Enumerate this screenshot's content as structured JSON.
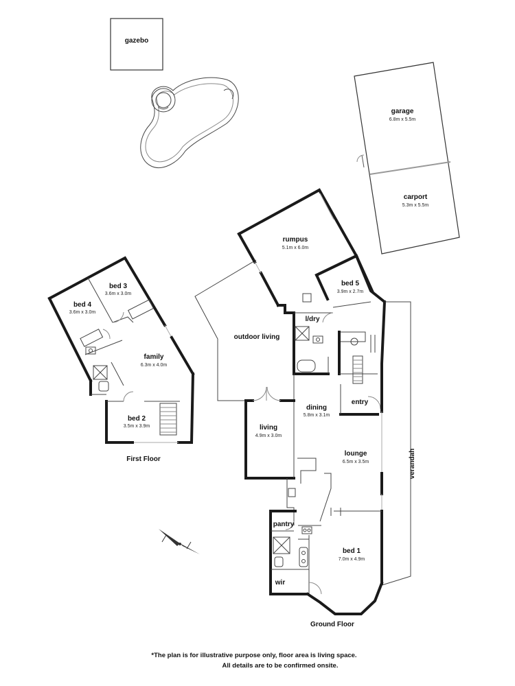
{
  "rooms": {
    "gazebo": {
      "name": "gazebo"
    },
    "garage": {
      "name": "garage",
      "dims": "6.8m x 5.5m"
    },
    "carport": {
      "name": "carport",
      "dims": "5.3m x 5.5m"
    },
    "rumpus": {
      "name": "rumpus",
      "dims": "5.1m x 6.0m"
    },
    "bed5": {
      "name": "bed 5",
      "dims": "3.9m x 2.7m"
    },
    "ldry": {
      "name": "l/dry"
    },
    "outdoor_living": {
      "name": "outdoor living"
    },
    "dining": {
      "name": "dining",
      "dims": "5.8m x 3.1m"
    },
    "entry": {
      "name": "entry"
    },
    "living": {
      "name": "living",
      "dims": "4.9m x 3.0m"
    },
    "lounge": {
      "name": "lounge",
      "dims": "6.5m x 3.5m"
    },
    "verandah": {
      "name": "verandah"
    },
    "pantry": {
      "name": "pantry"
    },
    "bed1": {
      "name": "bed 1",
      "dims": "7.0m x 4.9m"
    },
    "wir": {
      "name": "wir"
    },
    "bed3": {
      "name": "bed 3",
      "dims": "3.6m x 3.0m"
    },
    "bed4": {
      "name": "bed 4",
      "dims": "3.6m x 3.0m"
    },
    "family": {
      "name": "family",
      "dims": "6.3m x 4.0m"
    },
    "bed2": {
      "name": "bed 2",
      "dims": "3.5m x 3.9m"
    }
  },
  "floors": {
    "first": "First Floor",
    "ground": "Ground Floor"
  },
  "disclaimer": {
    "line1": "*The plan is for illustrative purpose only, floor area is living space.",
    "line2": "All details are to be confirmed onsite."
  }
}
